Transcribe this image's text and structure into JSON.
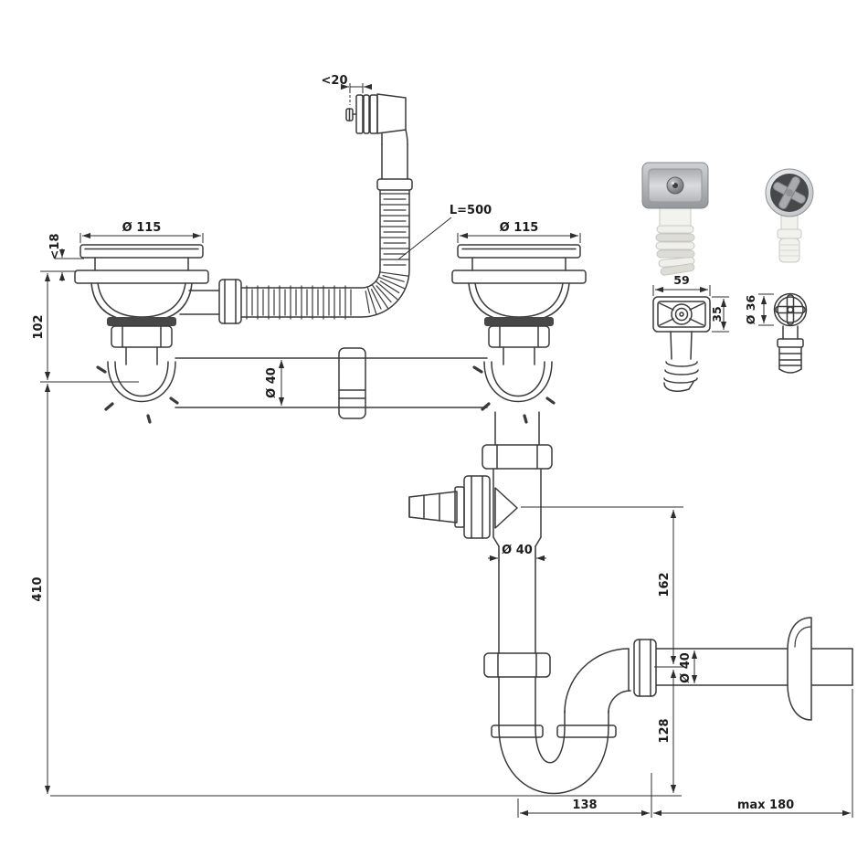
{
  "drawing": {
    "title_semantic": "double-bowl-kitchen-sink-siphon-technical-drawing",
    "labels": {
      "overflow_gap": "<20",
      "hose_length": "L=500",
      "left_strainer_diameter": "Ø 115",
      "right_strainer_diameter": "Ø 115",
      "flange_height": "<18",
      "strainer_to_pipe_height": "102",
      "total_height": "410",
      "bridge_pipe_diameter": "Ø 40",
      "tee_pipe_diameter": "Ø 40",
      "tee_to_outlet_height": "162",
      "outlet_pipe_diameter": "Ø 40",
      "outlet_to_bottom_height": "128",
      "trap_horizontal_offset": "138",
      "wall_distance_max": "max 180",
      "rect_overflow_width": "59",
      "rect_overflow_height": "35",
      "round_overflow_diameter": "Ø 36"
    },
    "colors": {
      "background": "#ffffff",
      "line": "#3a3a3a",
      "dimension": "#2e2e2e",
      "text": "#1d1d1d",
      "photo_metal": "#b3b6b9",
      "photo_plastic": "#f2f2ef"
    }
  }
}
